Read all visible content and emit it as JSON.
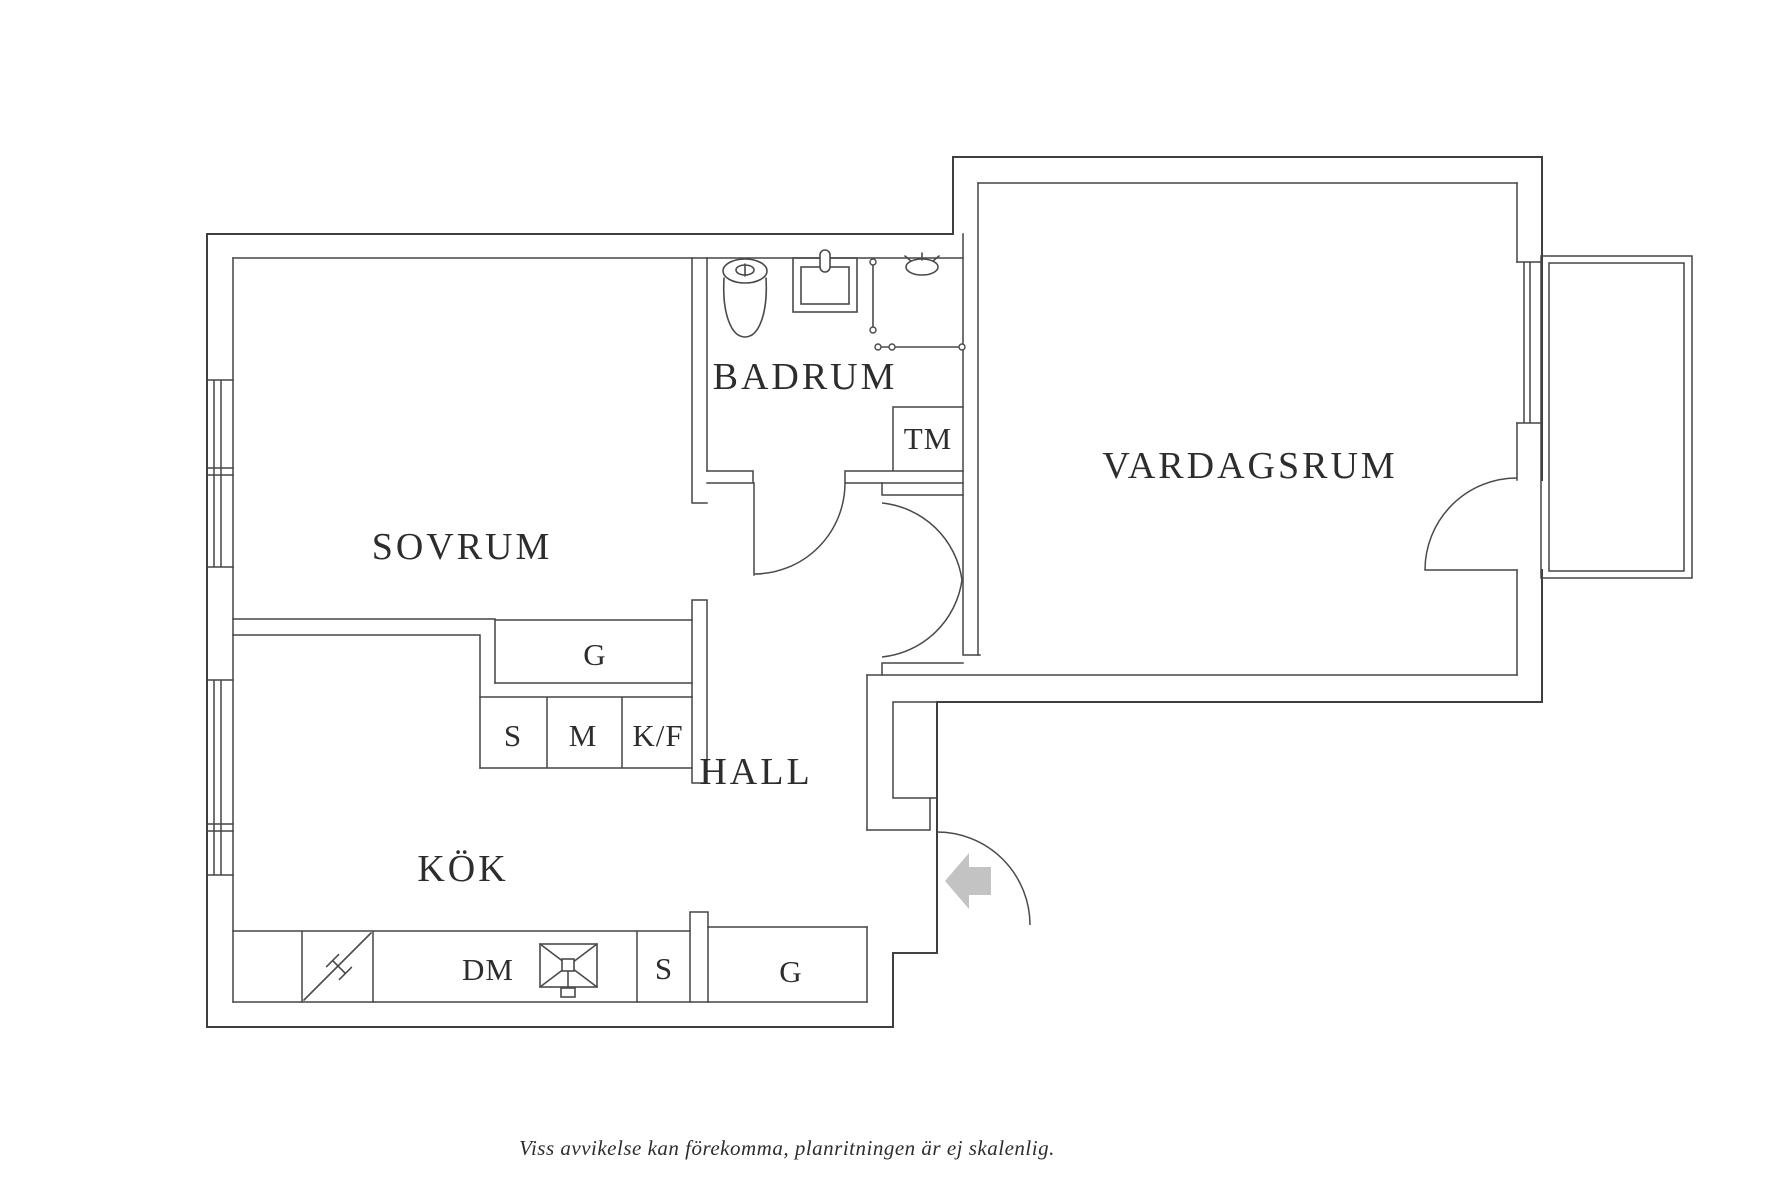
{
  "floorplan": {
    "labels": {
      "bedroom": "SOVRUM",
      "bathroom": "BADRUM",
      "living_room": "VARDAGSRUM",
      "hall": "HALL",
      "kitchen": "KÖK",
      "washing_machine": "TM",
      "wardrobe_bedroom": "G",
      "cabinet_s_bedroom": "S",
      "cabinet_m": "M",
      "fridge_freezer": "K/F",
      "dishwasher": "DM",
      "cabinet_s_kitchen": "S",
      "wardrobe_hall": "G"
    },
    "disclaimer": "Viss avvikelse kan förekomma, planritningen är ej skalenlig.",
    "colors": {
      "wall_line": "#3f3f3f",
      "entry_arrow": "#c3c3c3",
      "background": "#ffffff",
      "text": "#2d2d2d"
    }
  }
}
